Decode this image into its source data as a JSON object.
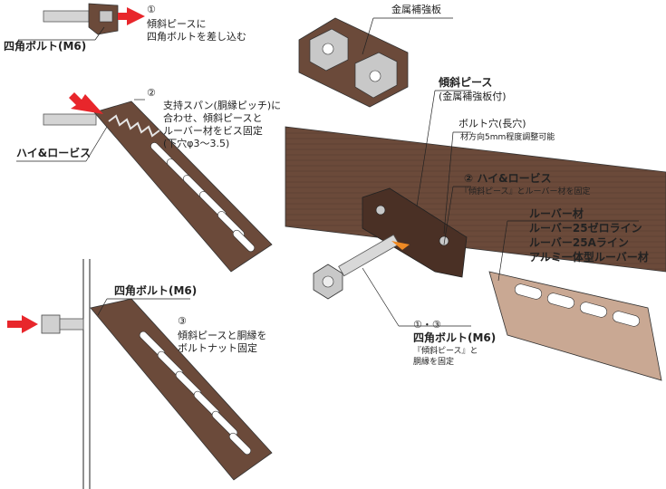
{
  "steps": {
    "step1": {
      "number": "①",
      "lines": [
        "傾斜ピースに",
        "四角ボルトを差し込む"
      ],
      "bolt_label": "四角ボルト(M6)"
    },
    "step2": {
      "number": "②",
      "lines": [
        "支持スパン(胴縁ピッチ)に",
        "合わせ、傾斜ピースと",
        "ルーバー材をビス固定",
        "(下穴φ3〜3.5)"
      ],
      "screw_label": "ハイ&ロービス"
    },
    "step3": {
      "number": "③",
      "lines": [
        "傾斜ピースと胴縁を",
        "ボルトナット固定"
      ],
      "bolt_label": "四角ボルト(M6)"
    }
  },
  "callouts": {
    "metal_plate": "金属補強板",
    "incline_piece": {
      "title": "傾斜ピース",
      "subtitle": "(金属補強板付)"
    },
    "bolt_hole": {
      "title": "ボルト穴(長穴)",
      "note": "材方向5mm程度調整可能"
    },
    "screw": {
      "title": "② ハイ&ロービス",
      "note": "『傾斜ピース』とルーバー材を固定"
    },
    "louver": {
      "lines": [
        "ルーバー材",
        "ルーバー25ゼロライン",
        "ルーバー25Aライン",
        "アルミ一体型ルーバー材"
      ]
    },
    "bolt": {
      "number": "①・③",
      "title": "四角ボルト(M6)",
      "note_lines": [
        "『傾斜ピース』と",
        "胴縁を固定"
      ]
    }
  },
  "colors": {
    "wood": "#6b4a3a",
    "wood_dark": "#4a3025",
    "wood_light": "#8a6a5a",
    "louver_light": "#c9a893",
    "arrow_red": "#e8262b",
    "arrow_orange": "#f08a24",
    "metal": "#c8c8c8"
  }
}
